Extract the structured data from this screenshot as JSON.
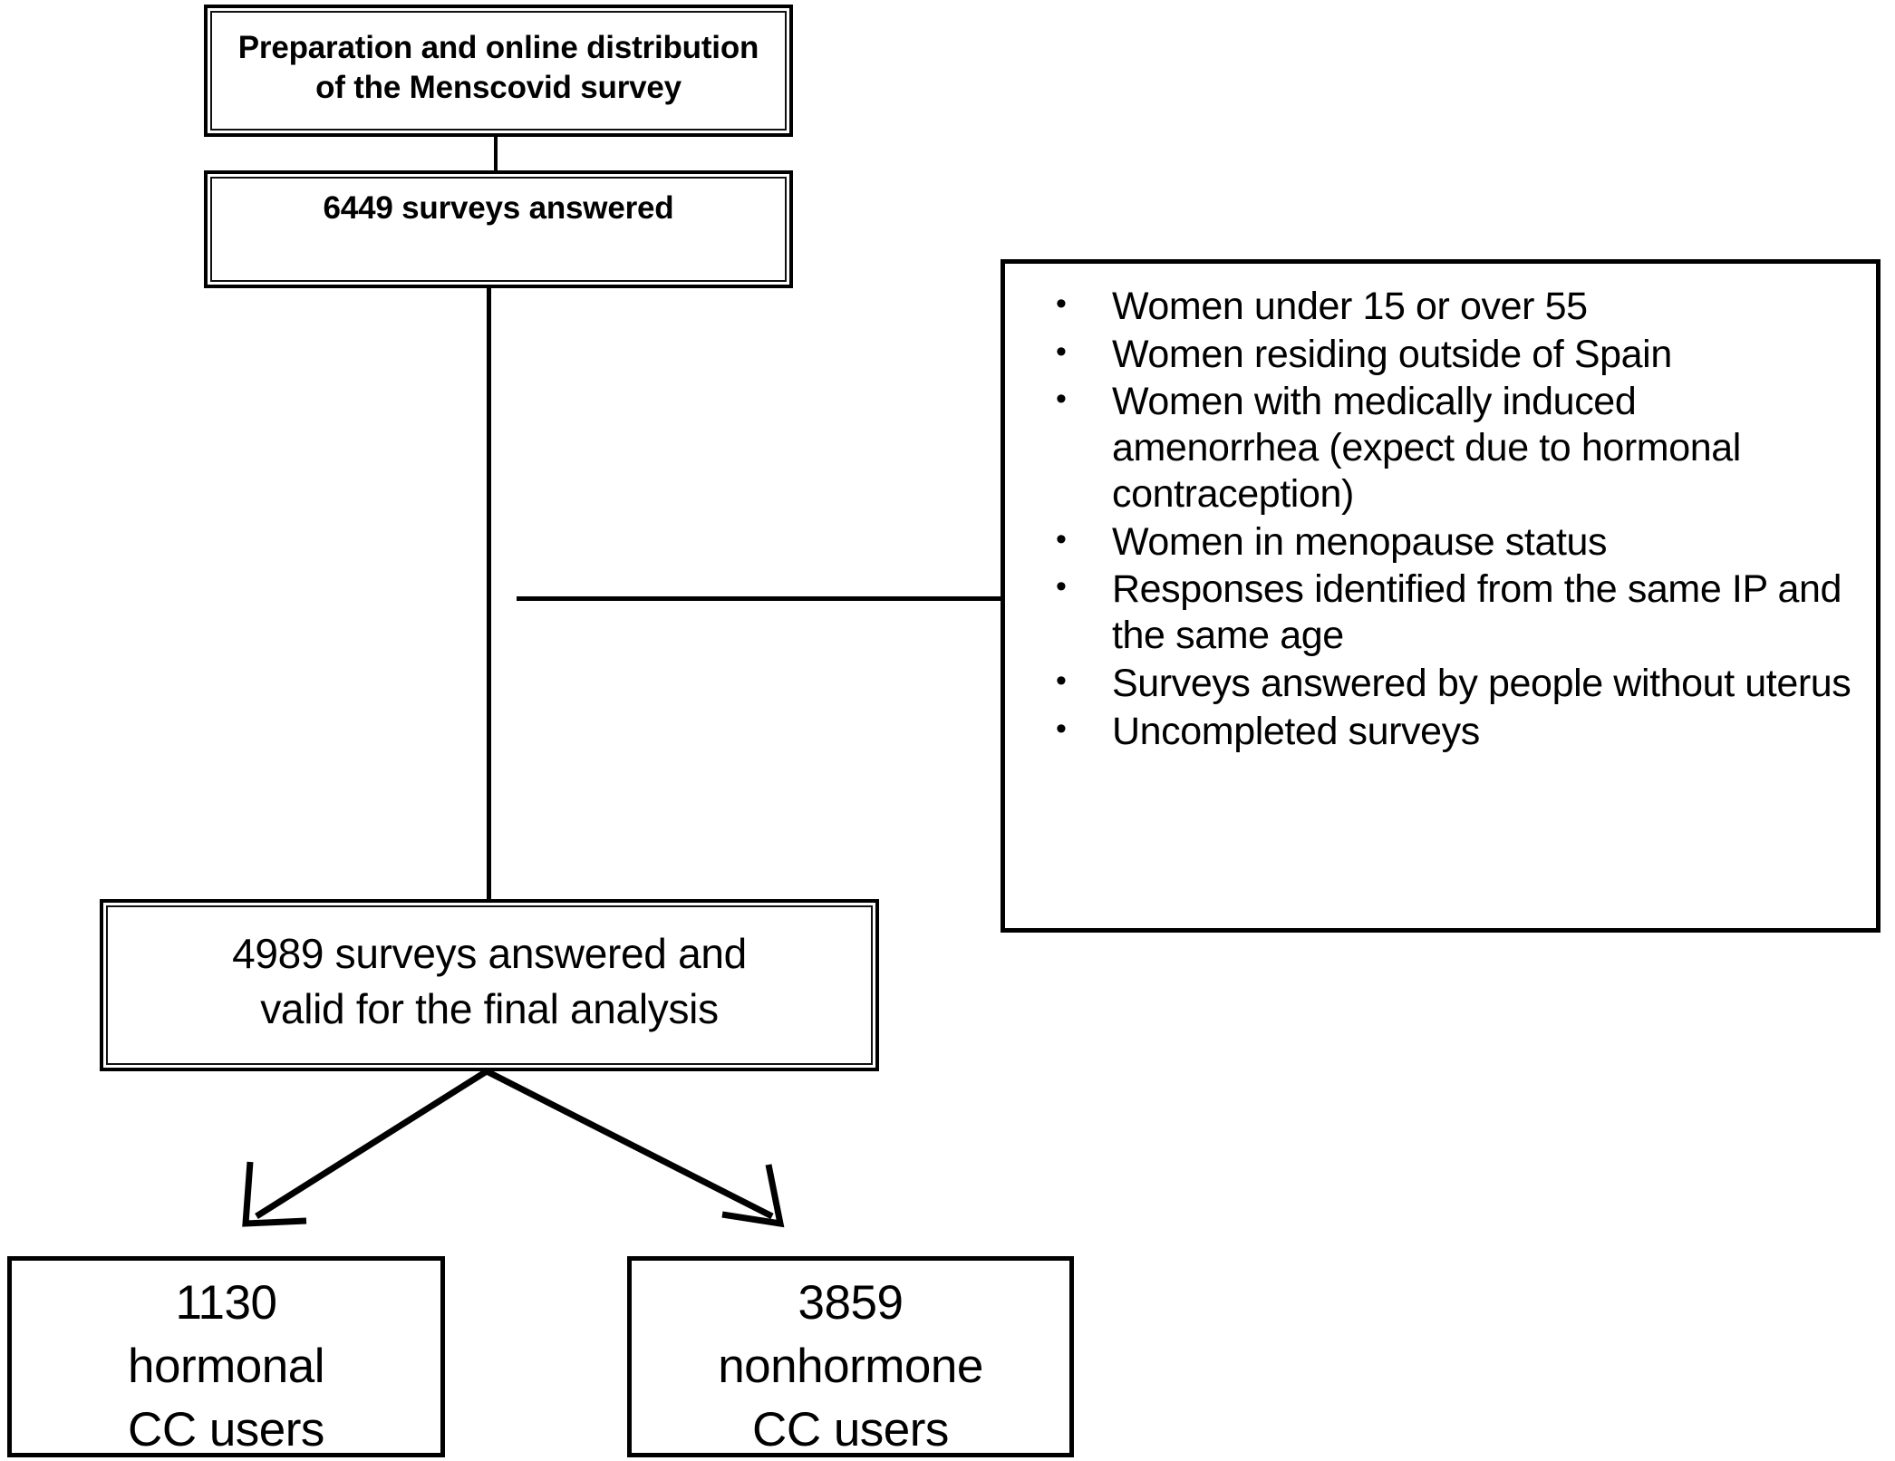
{
  "diagram": {
    "title": "Menscovid survey participant flow chart",
    "nodes": {
      "preparation": {
        "text": "Preparation and online distribution\nof the Menscovid survey"
      },
      "answered": {
        "text": "6449 surveys answered"
      },
      "valid": {
        "text": "4989 surveys answered and\nvalid for the final analysis"
      },
      "hormonal": {
        "text": "1130\nhormonal\nCC users"
      },
      "nonhormone": {
        "text": "3859\nnonhormone\nCC users"
      }
    },
    "exclusion_criteria": {
      "items": [
        "Women under 15 or over 55",
        "Women residing outside of Spain",
        "Women with medically induced amenorrhea (expect due to hormonal contraception)",
        "Women in menopause status",
        "Responses identified from the same IP and the same age",
        "Surveys answered by people without uterus",
        "Uncompleted surveys"
      ]
    },
    "counts": {
      "surveys_answered": 6449,
      "surveys_valid": 4989,
      "hormonal_cc_users": 1130,
      "nonhormone_cc_users": 3859
    },
    "colors": {
      "line": "#000000",
      "background": "#ffffff",
      "text": "#000000"
    }
  }
}
